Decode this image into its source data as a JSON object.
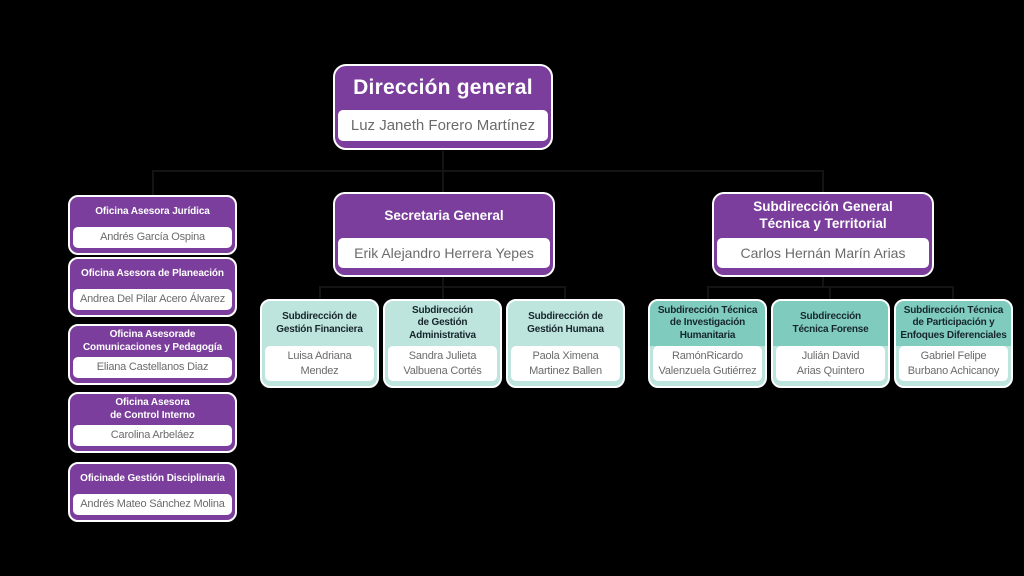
{
  "canvas": {
    "background": "#000000"
  },
  "palette": {
    "purple": "#7B3E9C",
    "teal_light": "#BDE4DD",
    "teal_dark": "#7FCCBE",
    "box_border": "#FFFFFF",
    "name_text": "#6B6B6B",
    "teal_header_text": "#17262C",
    "purple_header_text": "#FFFFFF"
  },
  "org": {
    "direccion_general": {
      "title": "Dirección general",
      "name": "Luz Janeth Forero Martínez"
    },
    "oficinas_asesoras": [
      {
        "title": "Oficina Asesora Jurídica",
        "name": "Andrés García Ospina"
      },
      {
        "title": "Oficina Asesora de Planeación",
        "name": "Andrea Del Pilar Acero Álvarez"
      },
      {
        "title": "Oficina Asesorade\nComunicaciones y Pedagogía",
        "name": "Eliana Castellanos Diaz"
      },
      {
        "title": "Oficina Asesora\nde Control Interno",
        "name": "Carolina Arbeláez"
      },
      {
        "title": "Oficinade Gestión Disciplinaria",
        "name": "Andrés Mateo Sánchez Molina"
      }
    ],
    "secretaria_general": {
      "title": "Secretaria General",
      "name": "Erik Alejandro Herrera Yepes"
    },
    "subdirecciones_gestion": [
      {
        "title": "Subdirección de\nGestión Financiera",
        "name": "Luisa Adriana\nMendez"
      },
      {
        "title": "Subdirección\nde Gestión\nAdministrativa",
        "name": "Sandra Julieta\nValbuena Cortés"
      },
      {
        "title": "Subdirección de\nGestión Humana",
        "name": "Paola Ximena\nMartinez Ballen"
      }
    ],
    "subdireccion_general_tecnica": {
      "title": "Subdirección General\nTécnica y Territorial",
      "name": "Carlos Hernán Marín Arias"
    },
    "subdirecciones_tecnicas": [
      {
        "title": "Subdirección Técnica\nde Investigación\nHumanitaria",
        "name": "RamónRicardo\nValenzuela Gutiérrez"
      },
      {
        "title": "Subdirección\nTécnica Forense",
        "name": "Julián David\nArias Quintero"
      },
      {
        "title": "Subdirección Técnica\nde Participación y\nEnfoques Diferenciales",
        "name": "Gabriel Felipe\nBurbano Achicanoy"
      }
    ]
  }
}
